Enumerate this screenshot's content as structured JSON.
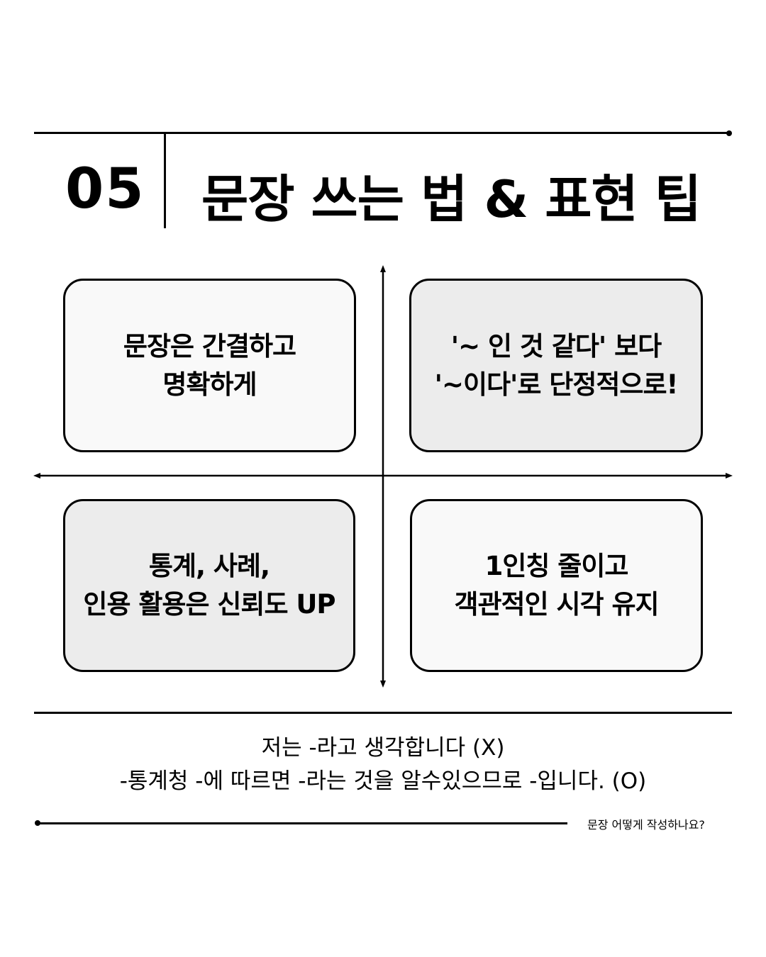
{
  "header": {
    "number": "05",
    "title": "문장 쓰는 법 & 표현 팁"
  },
  "tips": [
    {
      "text": "문장은 간결하고\n명확하게",
      "bg": "#f9f9f9"
    },
    {
      "text": "'~ 인 것 같다' 보다\n'~이다'로 단정적으로!",
      "bg": "#ececec"
    },
    {
      "text": "통계, 사례,\n인용 활용은 신뢰도 UP",
      "bg": "#ececec"
    },
    {
      "text": "1인칭 줄이고\n객관적인 시각 유지",
      "bg": "#f9f9f9"
    }
  ],
  "examples": {
    "bad": "저는 -라고 생각합니다 (X)",
    "good": "-통계청 -에 따르면 -라는 것을 알수있으므로 -입니다. (O)"
  },
  "footer": {
    "caption": "문장 어떻게 작성하나요?"
  }
}
